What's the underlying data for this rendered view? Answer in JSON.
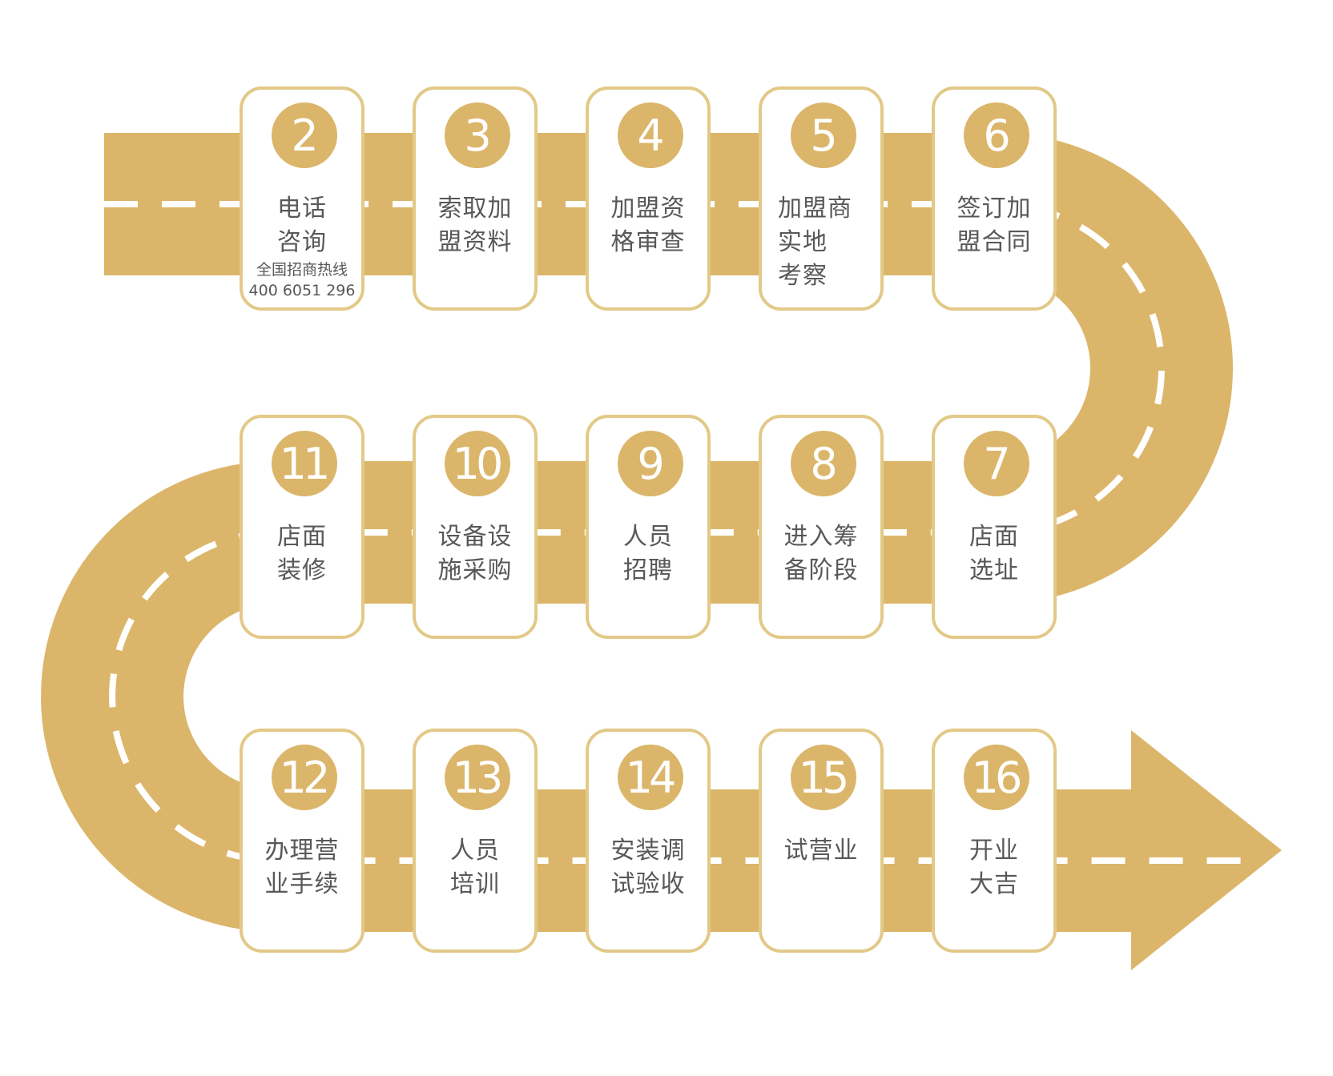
{
  "colors": {
    "road": "#dbb66a",
    "card_border": "#e2c987",
    "badge": "#dbb66a",
    "text": "#585858",
    "dash": "#ffffff"
  },
  "steps": [
    {
      "number": "2",
      "lines": [
        "电话",
        "咨询"
      ],
      "sub_lines": [
        "全国招商热线",
        "400 6051 296"
      ]
    },
    {
      "number": "3",
      "lines": [
        "索取加",
        "盟资料"
      ]
    },
    {
      "number": "4",
      "lines": [
        "加盟资",
        "格审查"
      ]
    },
    {
      "number": "5",
      "lines": [
        "加盟商",
        "实地",
        "考察"
      ]
    },
    {
      "number": "6",
      "lines": [
        "签订加",
        "盟合同"
      ]
    },
    {
      "number": "7",
      "lines": [
        "店面",
        "选址"
      ]
    },
    {
      "number": "8",
      "lines": [
        "进入筹",
        "备阶段"
      ]
    },
    {
      "number": "9",
      "lines": [
        "人员",
        "招聘"
      ]
    },
    {
      "number": "10",
      "lines": [
        "设备设",
        "施采购"
      ]
    },
    {
      "number": "11",
      "lines": [
        "店面",
        "装修"
      ]
    },
    {
      "number": "12",
      "lines": [
        "办理营",
        "业手续"
      ]
    },
    {
      "number": "13",
      "lines": [
        "人员",
        "培训"
      ]
    },
    {
      "number": "14",
      "lines": [
        "安装调",
        "试验收"
      ]
    },
    {
      "number": "15",
      "lines": [
        "试营业"
      ]
    },
    {
      "number": "16",
      "lines": [
        "开业",
        "大吉"
      ]
    }
  ]
}
